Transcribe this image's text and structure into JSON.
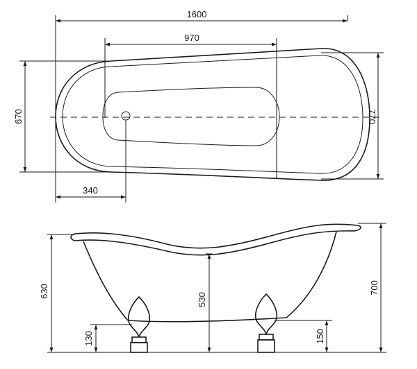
{
  "top_view": {
    "length": "1600",
    "inner_length": "970",
    "width_small_end": "670",
    "width_large_end": "770",
    "drain_offset": "340"
  },
  "side_view": {
    "height_small_end": "630",
    "inner_depth": "530",
    "total_height": "700",
    "foot_height_left": "130",
    "foot_height_right": "150"
  }
}
